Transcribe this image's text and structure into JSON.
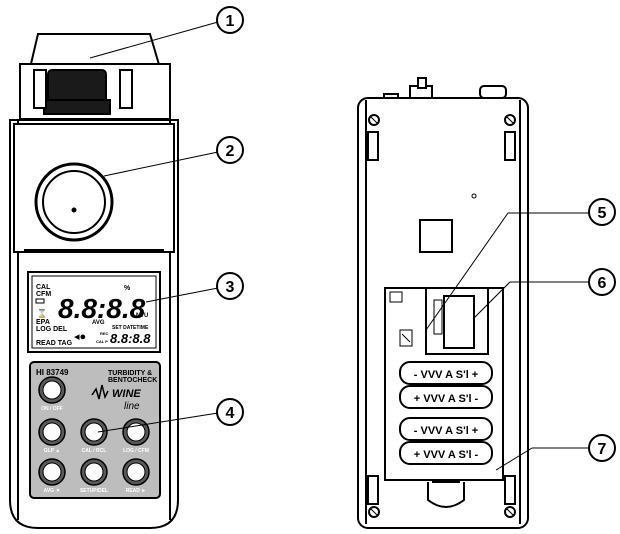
{
  "callouts": [
    "1",
    "2",
    "3",
    "4",
    "5",
    "6",
    "7"
  ],
  "front": {
    "display": {
      "cal": "CAL",
      "cfm": "CFM",
      "digits": "8.8:8.8",
      "percent": "%",
      "ntu": "NTU",
      "epa": "EPA",
      "log_del": "LOG DEL",
      "avg": "AVG",
      "set_datetime": "SET DATETIME",
      "rec": "REC",
      "cal_p": "CAL P",
      "small_digits": "8.8:8.8",
      "read_tag": "READ TAG"
    },
    "model": "HI 83749",
    "brand_line1": "TURBIDITY &",
    "brand_line2": "BENTOCHECK",
    "logo_line1": "WINE",
    "logo_line2": "line",
    "buttons": [
      "ON / OFF",
      "GLP ▲",
      "CAL / RCL",
      "LOG / CFM",
      "AVG ▼",
      "SETUP/DEL",
      "READ ►"
    ]
  },
  "back": {
    "batteries": [
      "- VVV A S'l +",
      "+ VVV A S'l -",
      "- VVV A S'l +",
      "+ VVV A S'l -"
    ]
  }
}
